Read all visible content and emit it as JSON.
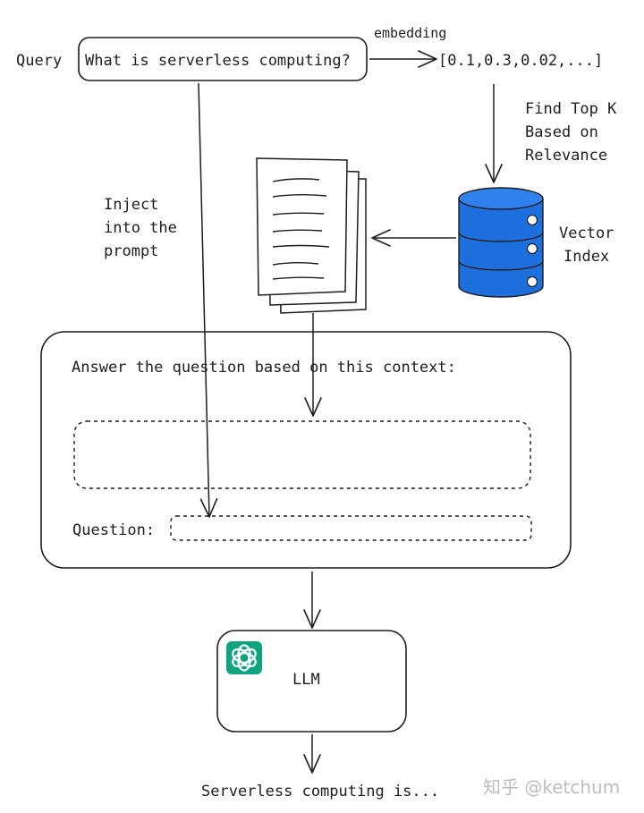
{
  "query": {
    "label": "Query",
    "text": "What is serverless computing?"
  },
  "embedding": {
    "label": "embedding",
    "vector": "[0.1,0.3,0.02,...]"
  },
  "retrieval": {
    "find_line1": "Find Top K",
    "find_line2": "Based on",
    "find_line3": "Relevance"
  },
  "vector_index": {
    "line1": "Vector",
    "line2": "Index",
    "color": "#1c6fdc"
  },
  "inject": {
    "line1": "Inject",
    "line2": "into the",
    "line3": "prompt"
  },
  "prompt": {
    "instruction": "Answer the question based on this context:",
    "question_label": "Question:"
  },
  "llm": {
    "label": "LLM",
    "logo_color": "#10a37f"
  },
  "output": {
    "text": "Serverless computing is..."
  },
  "watermark": {
    "text": "知乎 @ketchum"
  }
}
